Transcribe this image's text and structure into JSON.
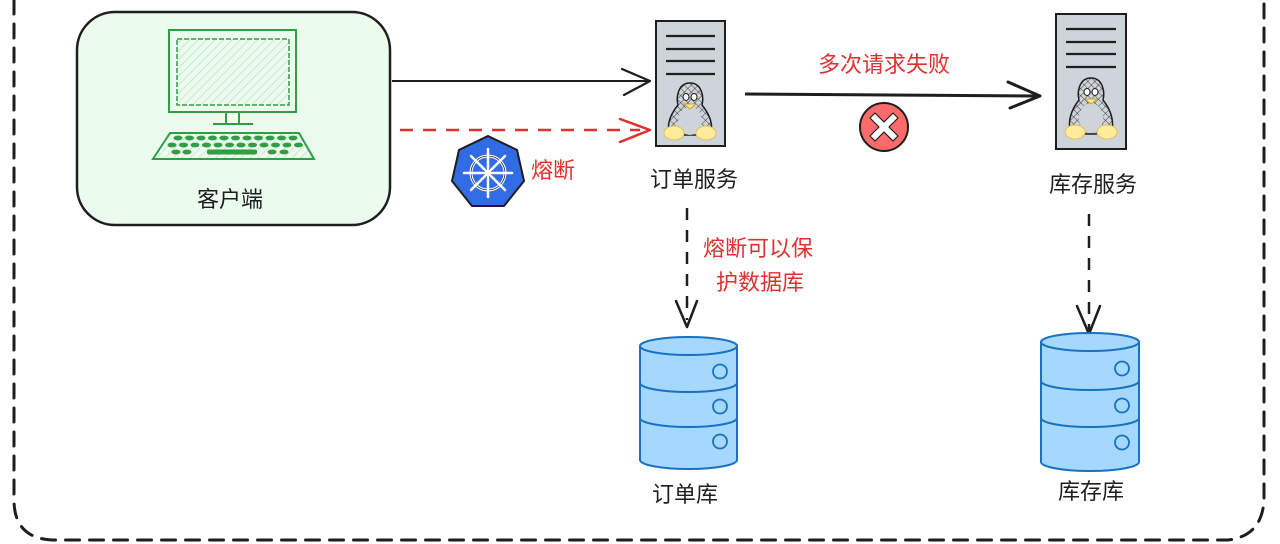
{
  "diagram": {
    "title": "",
    "colors": {
      "stroke": "#1e1e1e",
      "alert": "#e03131",
      "client_fill": "#ebfbee",
      "client_icon": "#2f9e44",
      "server_fill": "#ced4da",
      "db_fill": "#a5d8ff",
      "db_stroke": "#1971c2",
      "helm_fill": "#326ce5",
      "error_fill": "#ff6b6b",
      "tux_belly": "#ffec99"
    },
    "nodes": {
      "client": {
        "label": "客户端",
        "icon": "desktop-computer-icon"
      },
      "order_service": {
        "label": "订单服务",
        "icon": "linux-server-icon"
      },
      "inventory_service": {
        "label": "库存服务",
        "icon": "linux-server-icon"
      },
      "order_db": {
        "label": "订单库",
        "icon": "database-icon"
      },
      "inventory_db": {
        "label": "库存库",
        "icon": "database-icon"
      },
      "breaker": {
        "label": "熔断",
        "icon": "kubernetes-helm-icon"
      },
      "error": {
        "icon": "error-x-icon"
      }
    },
    "edges": [
      {
        "id": "client-to-order",
        "from": "client",
        "to": "order_service",
        "style": "solid",
        "color": "stroke"
      },
      {
        "id": "client-to-order-breaker",
        "from": "client",
        "to": "order_service",
        "style": "dashed",
        "color": "alert",
        "label_ref": "breaker"
      },
      {
        "id": "order-to-inventory",
        "from": "order_service",
        "to": "inventory_service",
        "style": "solid",
        "color": "stroke",
        "label": "多次请求失败"
      },
      {
        "id": "order-to-orderdb",
        "from": "order_service",
        "to": "order_db",
        "style": "dashed",
        "color": "stroke",
        "label": [
          "熔断可以保",
          "护数据库"
        ]
      },
      {
        "id": "inventory-to-inventorydb",
        "from": "inventory_service",
        "to": "inventory_db",
        "style": "dashed",
        "color": "stroke"
      }
    ],
    "annotations": {
      "failure_label": "多次请求失败",
      "protect_line1": "熔断可以保",
      "protect_line2": "护数据库"
    }
  }
}
